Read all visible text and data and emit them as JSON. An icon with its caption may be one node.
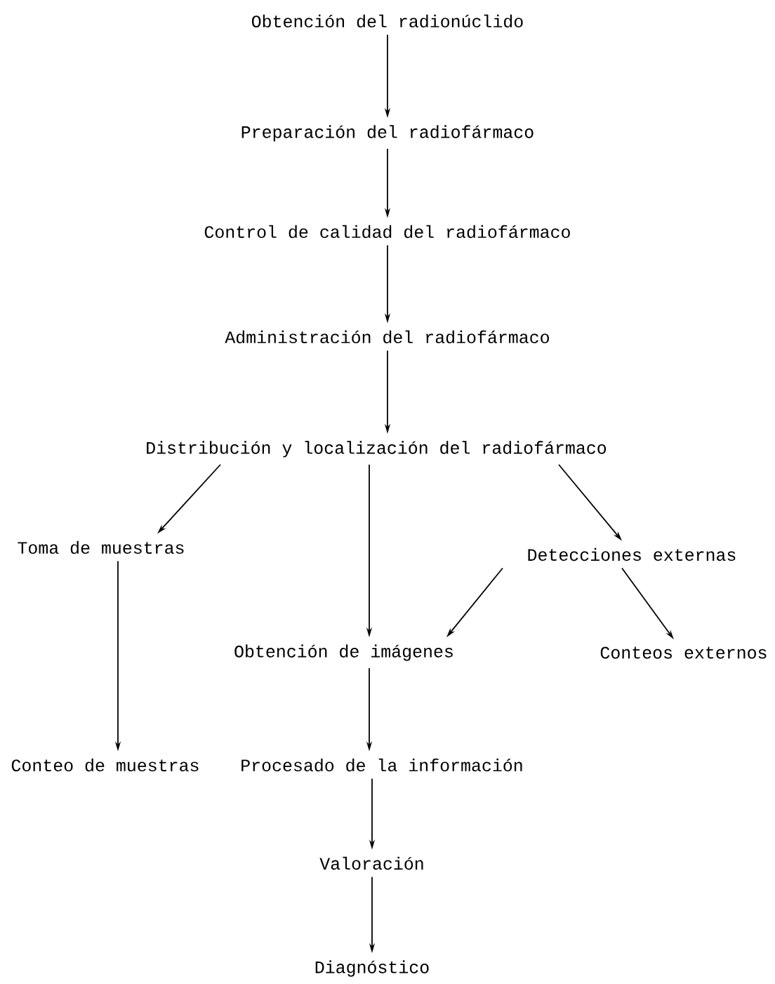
{
  "diagram": {
    "nodes": [
      {
        "text": [
          "Obtención del radionúclido"
        ]
      },
      {
        "text": [
          "Preparación del radiofármaco"
        ]
      },
      {
        "text": [
          "Control de calidad del radiofármaco"
        ]
      },
      {
        "text": [
          "Administración del radiofármaco"
        ]
      },
      {
        "text": [
          "Distribución y localización del radiofármaco"
        ]
      },
      {
        "text": [
          "Toma de muestras"
        ]
      },
      {
        "text": [
          "Detecciones externas"
        ]
      },
      {
        "text": [
          "Obtención de imágenes"
        ]
      },
      {
        "text": [
          "Conteos externos"
        ]
      },
      {
        "text": [
          "Conteo de muestras"
        ]
      },
      {
        "text": [
          "Procesado de la información"
        ]
      },
      {
        "text": [
          "Valoración"
        ]
      },
      {
        "text": [
          "Diagnóstico"
        ]
      }
    ],
    "edges": [
      {
        "from": 0,
        "to": 1,
        "arrow": "to"
      },
      {
        "from": 1,
        "to": 2,
        "arrow": "to"
      },
      {
        "from": 2,
        "to": 3,
        "arrow": "to"
      },
      {
        "from": 3,
        "to": 4,
        "arrow": "to"
      },
      {
        "from": 4,
        "to": 5,
        "arrow": "to"
      },
      {
        "from": 4,
        "to": 7,
        "arrow": "to"
      },
      {
        "from": 4,
        "to": 6,
        "arrow": "to"
      },
      {
        "from": 5,
        "to": 9,
        "arrow": "to"
      },
      {
        "from": 6,
        "to": 7,
        "arrow": "to"
      },
      {
        "from": 6,
        "to": 8,
        "arrow": "to"
      },
      {
        "from": 7,
        "to": 10,
        "arrow": "to"
      },
      {
        "from": 10,
        "to": 11,
        "arrow": "to"
      },
      {
        "from": 11,
        "to": 12,
        "arrow": "to"
      }
    ]
  }
}
